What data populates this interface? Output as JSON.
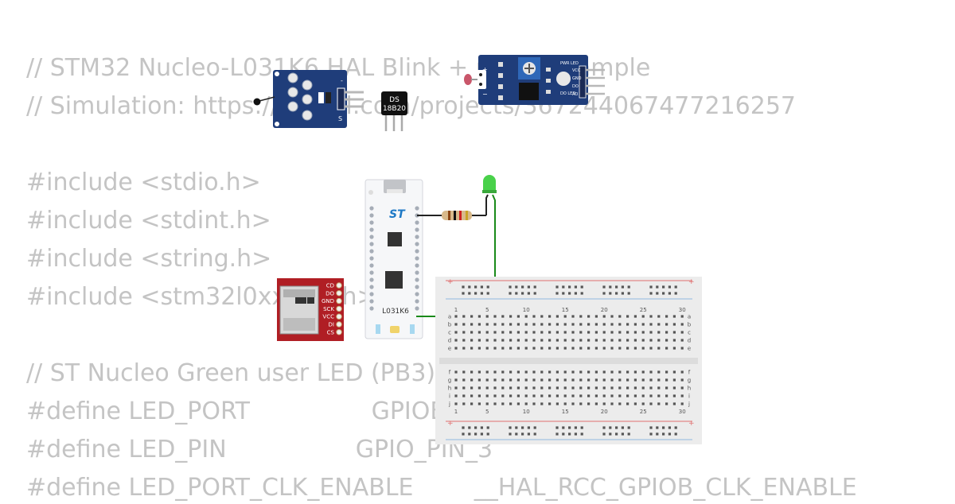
{
  "code_lines": [
    "// STM32 Nucleo-L031K6 HAL Blink + printf example",
    "// Simulation: https://wokwi.com/projects/367244067477216257",
    "",
    "#include <stdio.h>",
    "#include <stdint.h>",
    "#include <string.h>",
    "#include <stm32l0xx_hal.h>",
    "",
    "// ST Nucleo Green user LED (PB3)",
    "#define LED_PORT                GPIOB",
    "#define LED_PIN                 GPIO_PIN_3",
    "#define LED_PORT_CLK_ENABLE        __HAL_RCC_GPIOB_CLK_ENABLE"
  ],
  "parts": {
    "ds18b20": {
      "line1": "DS",
      "line2": "18B20"
    },
    "nucleo": {
      "label": "L031K6",
      "logo": "ST"
    },
    "sd_card": {
      "pins": [
        "CD",
        "DO",
        "GND",
        "SCK",
        "VCC",
        "DI",
        "CS"
      ]
    },
    "ldr_module": {
      "pins": [
        "VCC",
        "GND",
        "DO",
        "AO"
      ],
      "led_labels": [
        "PWR LED",
        "DO LED"
      ]
    },
    "temp_module": {
      "pin_labels": [
        "S",
        "-"
      ]
    },
    "breadboard": {
      "column_numbers": [
        "1",
        "5",
        "10",
        "15",
        "20",
        "25",
        "30"
      ],
      "row_letters_top": [
        "a",
        "b",
        "c",
        "d",
        "e"
      ],
      "row_letters_bottom": [
        "f",
        "g",
        "h",
        "i",
        "j"
      ]
    }
  },
  "colors": {
    "code_text": "#c4c4c4",
    "module_blue": "#1f3d7a",
    "sd_red": "#b01e24",
    "breadboard": "#ececec",
    "wire_green": "#1a8a1a",
    "led_green": "#49d14a"
  }
}
